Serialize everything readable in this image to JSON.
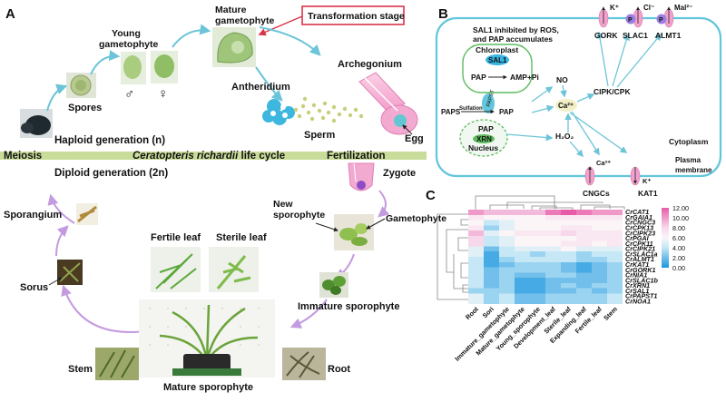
{
  "panels": {
    "a": "A",
    "b": "B",
    "c": "C"
  },
  "life_cycle": {
    "stages": {
      "spores": "Spores",
      "young_gametophyte": [
        "Young",
        "gametophyte"
      ],
      "male_symbol": "♂",
      "female_symbol": "♀",
      "mature_gametophyte": [
        "Mature",
        "gametophyte"
      ],
      "transformation": "Transformation stage",
      "archegonium": "Archegonium",
      "antheridium": "Antheridium",
      "sperm": "Sperm",
      "egg": "Egg",
      "zygote": "Zygote",
      "new_sporophyte": [
        "New",
        "sporophyte"
      ],
      "gametophyte": "Gametophyte",
      "immature_sporophyte": "Immature sporophyte",
      "fertile_leaf": "Fertile leaf",
      "sterile_leaf": "Sterile leaf",
      "sporangium": "Sporangium",
      "sorus": "Sorus",
      "stem": "Stem",
      "root": "Root",
      "mature_sporophyte": "Mature sporophyte"
    },
    "band": {
      "haploid": "Haploid generation (n)",
      "meiosis": "Meiosis",
      "species": "Ceratopteris richardii",
      "life_cycle_suffix": " life cycle",
      "fertilization": "Fertilization",
      "diploid": "Diploid generation (2n)"
    }
  },
  "signaling": {
    "header": [
      "SAL1 inhibited by ROS,",
      "and PAP accumulates"
    ],
    "chloroplast": "Chloroplast",
    "sal1": "SAL1",
    "pap": "PAP",
    "amp_pi": "AMP+Pi",
    "paps": "PAPS",
    "sulfation": "Sulfation",
    "paps_pap": "PAP",
    "papst": "PAPST",
    "nucleus_pap": "PAP",
    "xrn": "XRN",
    "nucleus": "Nucleus",
    "no": "NO",
    "h2o2": "H₂O₂",
    "ca": "Ca²⁺",
    "cipk": "CIPK/CPK",
    "cytoplasm": "Cytoplasm",
    "plasma": [
      "Plasma",
      "membrane"
    ],
    "channels": {
      "gork": "GORK",
      "gork_ion": "K⁺",
      "slac1": "SLAC1",
      "slac1_ion": "Cl⁻",
      "almt1": "ALMT1",
      "almt1_ion": "Mal²⁻",
      "cngcs": "CNGCs",
      "cngcs_ion": "Ca²⁺",
      "kat1": "KAT1",
      "kat1_ion": "K⁺",
      "p": "P"
    }
  },
  "colors": {
    "cell": "#62c6dc",
    "arrow": "#6cc4d8",
    "chloroplast": "#5dbb5d",
    "channel": "#f2a0cc",
    "band": "#c9dc9a",
    "sporophyte_arrow": "#c49ae0",
    "transformation_box": "#d8334a"
  },
  "chart_data": {
    "type": "heatmap",
    "rows": [
      "CrCAT1",
      "CrGAIA1",
      "CrCNGC3",
      "CrCPK13",
      "CrCIPK23",
      "CrPGAI",
      "CrCPK11",
      "CrCIPK21",
      "CrSLAC1a",
      "CrALMT1",
      "CrKAT1",
      "CrGORK1",
      "CrNIA1",
      "CrSLAC1b",
      "CrXRN1",
      "CrSAL1",
      "CrPAPST1",
      "CrNOA1"
    ],
    "columns": [
      "Root",
      "Sori",
      "Immature_gametophyte",
      "Mature_gametophyte",
      "Young_sporophyte",
      "Development_leaf",
      "Sterile_leaf",
      "Expanding_leaf",
      "Fertile_leaf",
      "Stem"
    ],
    "values": [
      [
        10,
        9,
        9,
        9,
        9,
        11,
        12,
        11,
        10,
        10
      ],
      [
        7,
        6,
        6,
        6,
        6,
        7,
        7,
        7,
        7,
        7
      ],
      [
        6,
        4,
        5,
        6,
        6,
        6,
        6,
        6,
        6,
        6
      ],
      [
        7,
        3,
        5,
        6,
        6,
        6,
        7,
        7,
        6,
        6
      ],
      [
        9,
        5,
        6,
        7,
        7,
        7,
        8,
        7,
        7,
        7
      ],
      [
        8,
        4,
        5,
        6,
        6,
        6,
        6,
        7,
        7,
        7
      ],
      [
        8,
        4,
        5,
        6,
        6,
        6,
        7,
        7,
        6,
        7
      ],
      [
        5,
        2,
        4,
        5,
        5,
        5,
        6,
        5,
        5,
        5
      ],
      [
        5,
        1,
        4,
        4,
        3,
        4,
        4,
        3,
        4,
        4
      ],
      [
        4,
        1,
        3,
        4,
        4,
        4,
        4,
        3,
        3,
        4
      ],
      [
        4,
        1,
        2,
        3,
        3,
        3,
        2,
        1,
        2,
        3
      ],
      [
        4,
        2,
        3,
        3,
        3,
        3,
        2,
        1,
        2,
        3
      ],
      [
        4,
        2,
        3,
        2,
        2,
        3,
        3,
        2,
        2,
        3
      ],
      [
        4,
        2,
        3,
        1,
        1,
        2,
        2,
        2,
        2,
        3
      ],
      [
        4,
        2,
        3,
        1,
        1,
        2,
        3,
        2,
        3,
        3
      ],
      [
        3,
        3,
        3,
        1,
        1,
        2,
        2,
        3,
        2,
        3
      ],
      [
        5,
        3,
        4,
        2,
        2,
        3,
        3,
        3,
        3,
        4
      ],
      [
        5,
        3,
        4,
        2,
        2,
        3,
        3,
        3,
        3,
        4
      ]
    ],
    "colorbar": {
      "ticks": [
        "12.00",
        "10.00",
        "8.00",
        "6.00",
        "4.00",
        "2.00",
        "0.00"
      ],
      "min": 0,
      "max": 12
    }
  }
}
